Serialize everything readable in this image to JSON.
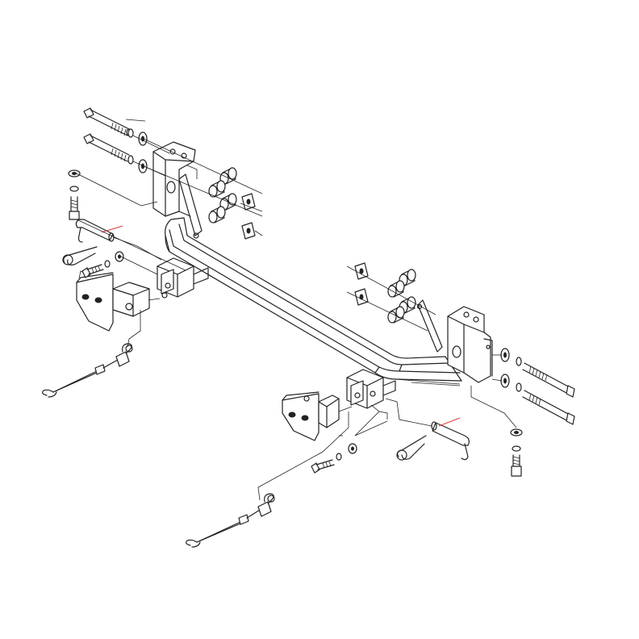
{
  "diagram": {
    "description_visible_text": "",
    "colors": {
      "line": "#222222",
      "background": "#ffffff",
      "cut_marker": "#e23b3b"
    },
    "parts": [
      {
        "name": "crossbar-tube",
        "icon": "tow-bar-crossbar"
      },
      {
        "name": "left-mounting-bracket",
        "icon": "bracket-plate"
      },
      {
        "name": "right-mounting-bracket",
        "icon": "bracket-plate"
      },
      {
        "name": "left-receiver-tab",
        "icon": "receiver-tab"
      },
      {
        "name": "right-receiver-tab",
        "icon": "receiver-tab"
      },
      {
        "name": "left-tab-adapter",
        "icon": "tab-adapter"
      },
      {
        "name": "right-tab-adapter",
        "icon": "tab-adapter"
      },
      {
        "name": "hex-bolts",
        "icon": "bolt"
      },
      {
        "name": "spacers",
        "icon": "spacer-cylinder"
      },
      {
        "name": "square-nut-plates",
        "icon": "square-nut"
      },
      {
        "name": "washers",
        "icon": "washer"
      },
      {
        "name": "lock-washers",
        "icon": "lock-washer"
      },
      {
        "name": "pins",
        "icon": "bent-pin"
      },
      {
        "name": "hairpin-clips",
        "icon": "hairpin-clip"
      },
      {
        "name": "safety-cables",
        "icon": "safety-cable"
      }
    ]
  }
}
